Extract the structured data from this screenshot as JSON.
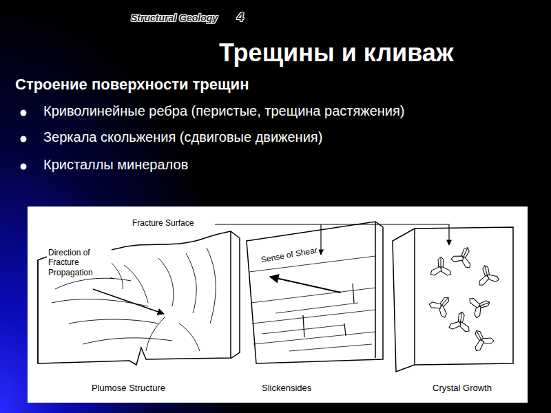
{
  "diagram": {
    "title": "Трещины и кливаж",
    "labels": [
      "Structural Geology",
      "4",
      "Строение поверхности трещин",
      "Криволинейные ребра (перистые, трещина растяжения)",
      "Зеркала скольжения (сдвиговые движения)",
      "Кристаллы минералов",
      "Fracture Surface",
      "Direction of Fracture Propagation",
      "Sense of Shear",
      "Plumose Structure",
      "Slickensides",
      "Crystal Growth"
    ]
  }
}
